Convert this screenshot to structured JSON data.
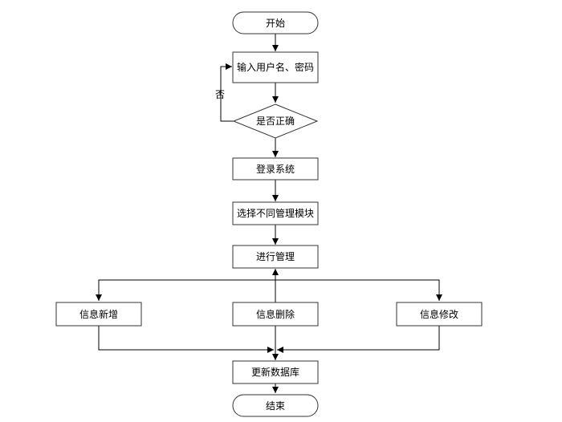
{
  "flowchart": {
    "start": "开始",
    "input": "输入用户名、密码",
    "decision": "是否正确",
    "no_label": "否",
    "login": "登录系统",
    "select_module": "选择不同管理模块",
    "manage": "进行管理",
    "add": "信息新增",
    "delete": "信息删除",
    "modify": "信息修改",
    "update_db": "更新数据库",
    "end": "结束"
  },
  "colors": {
    "stroke": "#333333",
    "fill": "#ffffff",
    "arrow": "#000000"
  }
}
